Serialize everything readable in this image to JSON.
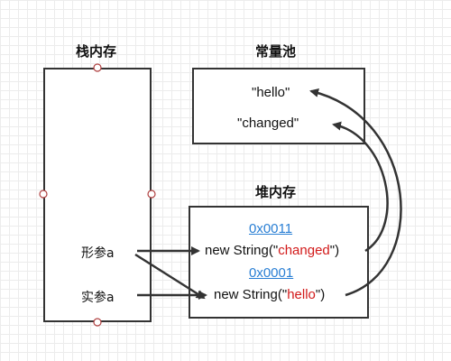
{
  "stack": {
    "title": "栈内存",
    "param_formal": "形参a",
    "param_actual": "实参a"
  },
  "pool": {
    "title": "常量池",
    "item1": "\"hello\"",
    "item2": "\"changed\""
  },
  "heap": {
    "title": "堆内存",
    "addr1": "0x0011",
    "obj1_prefix": "new String(\"",
    "obj1_value": "changed",
    "obj1_suffix": "\")",
    "addr2": "0x0001",
    "obj2_prefix": "new String(\"",
    "obj2_value": "hello",
    "obj2_suffix": "\")"
  },
  "colors": {
    "line": "#333333",
    "address": "#2a7fd4",
    "string_value": "#d21a1a",
    "handle": "#b04040"
  }
}
